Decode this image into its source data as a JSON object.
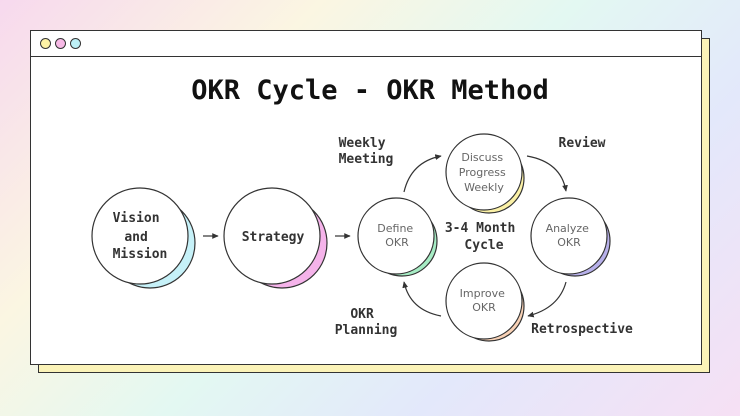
{
  "title": "OKR Cycle - OKR Method",
  "colors": {
    "dot_yellow": "#fdf2a6",
    "dot_pink": "#f7b9e6",
    "dot_cyan": "#bdf0f6",
    "vision_accent": "#c6f1f8",
    "strategy_accent": "#f5b3ea",
    "define_accent": "#a6ecc4",
    "discuss_accent": "#fbf1a6",
    "analyze_accent": "#b7b0ea",
    "improve_accent": "#f9d2b6"
  },
  "nodes": {
    "vision": [
      "Vision",
      "and",
      "Mission"
    ],
    "strategy": [
      "Strategy"
    ],
    "define": [
      "Define",
      "OKR"
    ],
    "discuss": [
      "Discuss",
      "Progress",
      "Weekly"
    ],
    "analyze": [
      "Analyze",
      "OKR"
    ],
    "improve": [
      "Improve",
      "OKR"
    ]
  },
  "center_label": [
    "3-4 Month",
    "Cycle"
  ],
  "stage_labels": {
    "weekly_meeting": [
      "Weekly",
      "Meeting"
    ],
    "review": [
      "Review"
    ],
    "okr_planning": [
      "OKR",
      "Planning"
    ],
    "retrospective": [
      "Retrospective"
    ]
  }
}
